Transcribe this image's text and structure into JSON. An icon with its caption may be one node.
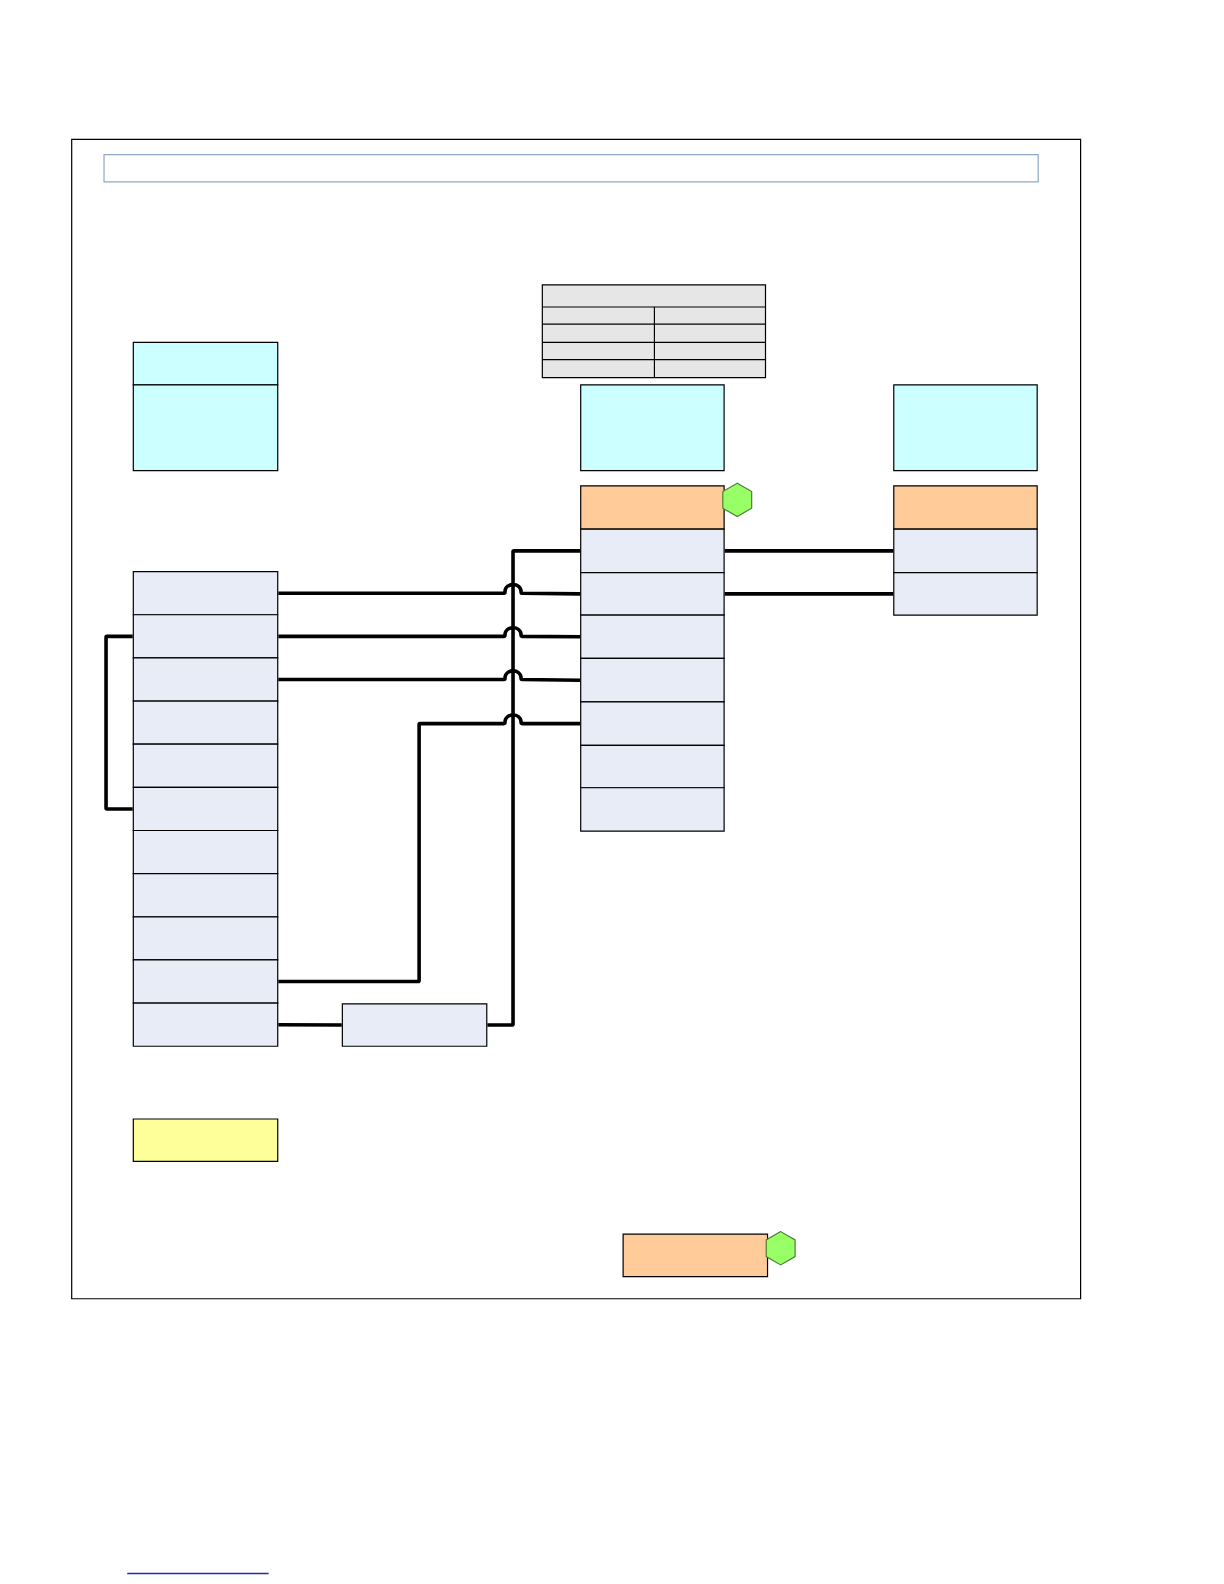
{
  "diagram": {
    "nodes": [
      {
        "text": [],
        "shape": "box"
      },
      {
        "text": [],
        "shape": "box"
      },
      {
        "text": [],
        "shape": "box"
      },
      {
        "text": [],
        "shape": "box"
      },
      {
        "text": [],
        "shape": "box"
      },
      {
        "text": [],
        "shape": "box"
      },
      {
        "text": [],
        "shape": "box"
      },
      {
        "text": [],
        "shape": "hexagon"
      },
      {
        "text": [],
        "shape": "box"
      },
      {
        "text": [],
        "shape": "box"
      },
      {
        "text": [],
        "shape": "box"
      },
      {
        "text": [],
        "shape": "box"
      },
      {
        "text": [],
        "shape": "box"
      },
      {
        "text": [],
        "shape": "box"
      },
      {
        "text": [],
        "shape": "box"
      },
      {
        "text": [],
        "shape": "box"
      },
      {
        "text": [],
        "shape": "box"
      },
      {
        "text": [],
        "shape": "box"
      },
      {
        "text": [],
        "shape": "box"
      },
      {
        "text": [],
        "shape": "box"
      },
      {
        "text": [],
        "shape": "box"
      },
      {
        "text": [],
        "shape": "box"
      },
      {
        "text": [],
        "shape": "box"
      },
      {
        "text": [],
        "shape": "box"
      },
      {
        "text": [],
        "shape": "box"
      },
      {
        "text": [],
        "shape": "box"
      },
      {
        "text": [],
        "shape": "box"
      },
      {
        "text": [],
        "shape": "box"
      },
      {
        "text": [],
        "shape": "box"
      },
      {
        "text": [],
        "shape": "box"
      },
      {
        "text": [],
        "shape": "box"
      },
      {
        "text": [],
        "shape": "box"
      },
      {
        "text": [],
        "shape": "hexagon"
      }
    ],
    "edges": [
      {
        "from": 18,
        "to": 10,
        "arrow": "none"
      },
      {
        "from": 19,
        "to": 11,
        "arrow": "none"
      },
      {
        "from": 20,
        "to": 12,
        "arrow": "none"
      },
      {
        "from": 27,
        "to": 13,
        "arrow": "none"
      },
      {
        "from": 28,
        "to": 29,
        "arrow": "none"
      },
      {
        "from": 29,
        "to": 9,
        "arrow": "none"
      },
      {
        "from": 19,
        "to": 23,
        "arrow": "none"
      },
      {
        "from": 9,
        "to": 16,
        "arrow": "none"
      },
      {
        "from": 10,
        "to": 17,
        "arrow": "none"
      }
    ]
  }
}
